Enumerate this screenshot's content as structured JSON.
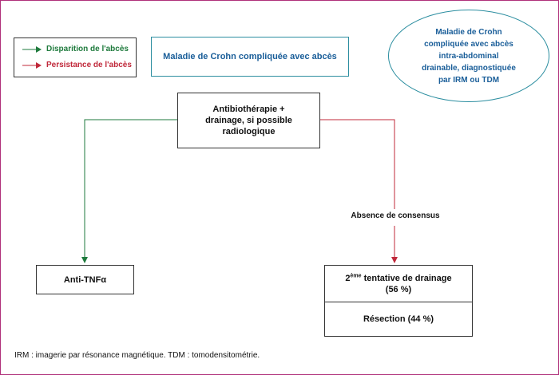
{
  "legend": {
    "items": [
      {
        "label": "Disparition de l'abcès",
        "color": "#1e7a3c"
      },
      {
        "label": "Persistance de l'abcès",
        "color": "#c0283a"
      }
    ]
  },
  "title": "Maladie de Crohn compliquée avec abcès",
  "condition_ellipse": "Maladie de Crohn\ncompliquée avec abcès\nintra-abdominal\ndrainable, diagnostiquée\npar IRM ou TDM",
  "nodes": {
    "antibiotherapie": "Antibiothérapie +\ndrainage, si possible\nradiologique",
    "anti_tnf": "Anti-TNFα",
    "second_attempt": {
      "ordinal": "2",
      "superscript": "ème",
      "label": " tentative de drainage",
      "percent": "(56 %)"
    },
    "resection": "Résection (44 %)"
  },
  "edge_label": "Absence de consensus",
  "footnote": "IRM : imagerie par résonance magnétique. TDM : tomodensitométrie.",
  "colors": {
    "frame": "#b0307a",
    "accent_blue": "#1a5e99",
    "teal_border": "#2c8ea0",
    "green": "#1e7a3c",
    "red": "#c0283a"
  }
}
